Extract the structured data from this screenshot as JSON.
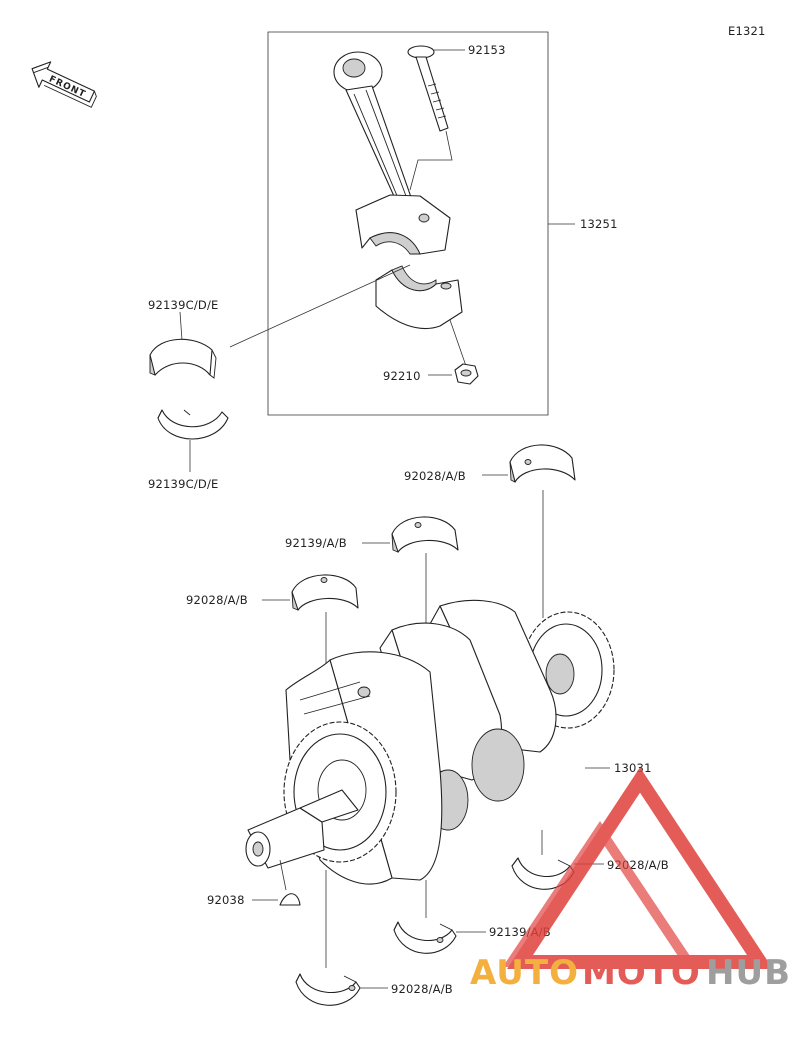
{
  "diagram_code": "E1321",
  "front_label": "FRONT",
  "parts": {
    "bolt": "92153",
    "connecting_rod": "13251",
    "rod_bearing_upper": "92139C/D/E",
    "rod_bearing_lower": "92139C/D/E",
    "nut": "92210",
    "main_bearing_right_top": "92028/A/B",
    "main_bearing_center_top": "92139/A/B",
    "main_bearing_left_top": "92028/A/B",
    "crankshaft": "13031",
    "key": "92038",
    "main_bearing_right_bottom": "92028/A/B",
    "main_bearing_center_bottom": "92139/A/B",
    "main_bearing_left_bottom": "92028/A/B"
  },
  "watermark": {
    "part1": "AUTO",
    "part2": "MOTO",
    "part3": "HUB",
    "color_red": "#e0403c",
    "color_orange": "#f2a31d",
    "color_gray": "#8e8e8e"
  }
}
